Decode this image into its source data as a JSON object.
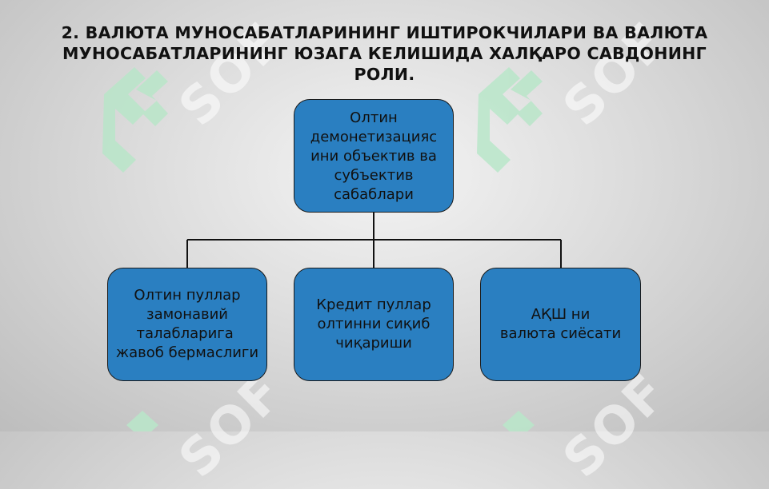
{
  "title": "2. ВАЛЮТА МУНОСАБАТЛАРИНИНГ ИШТИРОКЧИЛАРИ ВА ВАЛЮТА МУНОСАБАТЛАРИНИНГ ЮЗАГА КЕЛИШИДА ХАЛҚАРО САВДОНИНГ РОЛИ.",
  "watermark": "SOF",
  "diagram": {
    "root": {
      "text": "Олтин\nдемонетизацияс\nини объектив ва\nсубъектив\nсабаблари"
    },
    "children": [
      {
        "text": "Олтин пуллар\nзамонавий\nталабларига \nжавоб бермаслиги"
      },
      {
        "text": "Кредит пуллар\nолтинни сиқиб\nчиқариши"
      },
      {
        "text": "АҚШ ни\nвалюта сиёсати"
      }
    ]
  },
  "colors": {
    "box_fill": "#2a7fc1",
    "box_border": "#1a1a1a",
    "connector": "#111111",
    "watermark_green": "#b9e6c9"
  }
}
